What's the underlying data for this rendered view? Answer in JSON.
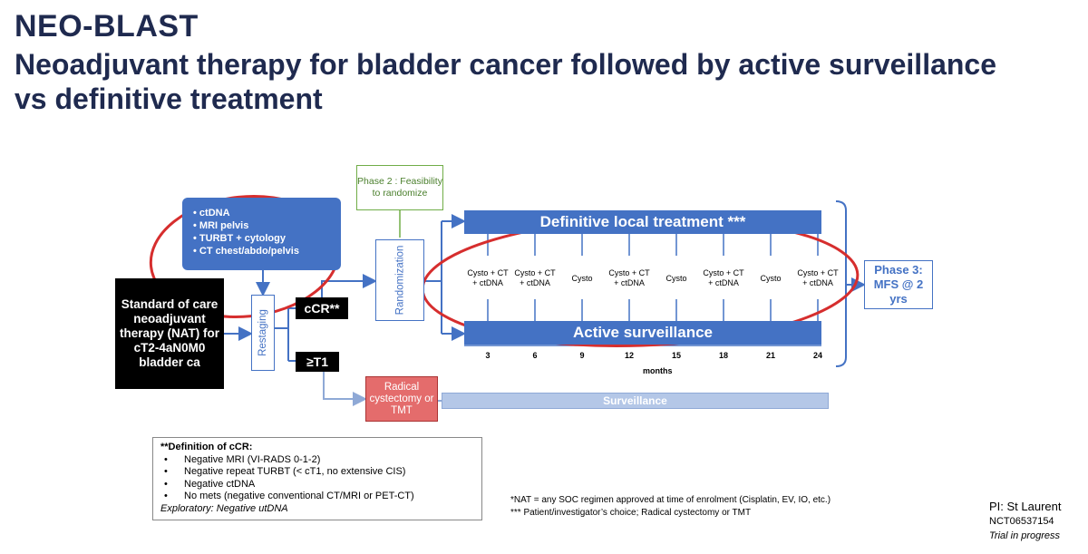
{
  "title": {
    "line1": "NEO-BLAST",
    "line2": "Neoadjuvant therapy for bladder cancer followed by active surveillance vs definitive treatment"
  },
  "diagram": {
    "soc_box": "Standard of care neoadjuvant therapy (NAT) for cT2-4aN0M0 bladder ca",
    "exams": [
      "ctDNA",
      "MRI pelvis",
      "TURBT + cytology",
      "CT chest/abdo/pelvis"
    ],
    "restaging": "Restaging",
    "ccr_label": "cCR**",
    "ge_t1_label": "≥T1",
    "phase2": "Phase 2 : Feasibility to randomize",
    "randomization": "Randomization",
    "definitive": "Definitive local treatment ***",
    "active": "Active surveillance",
    "visits": [
      {
        "line1": "Cysto + CT",
        "line2": "+ ctDNA"
      },
      {
        "line1": "Cysto + CT",
        "line2": "+ ctDNA"
      },
      {
        "line1": "Cysto",
        "line2": ""
      },
      {
        "line1": "Cysto + CT",
        "line2": "+ ctDNA"
      },
      {
        "line1": "Cysto",
        "line2": ""
      },
      {
        "line1": "Cysto + CT",
        "line2": "+ ctDNA"
      },
      {
        "line1": "Cysto",
        "line2": ""
      },
      {
        "line1": "Cysto + CT",
        "line2": "+ ctDNA"
      }
    ],
    "months_ticks": [
      "3",
      "6",
      "9",
      "12",
      "15",
      "18",
      "21",
      "24"
    ],
    "months_label": "months",
    "phase3": "Phase 3: MFS @ 2 yrs",
    "radical": "Radical cystectomy or TMT",
    "surveillance": "Surveillance"
  },
  "definitions": {
    "header": "**Definition of cCR:",
    "items": [
      "Negative MRI (VI-RADS 0-1-2)",
      "Negative repeat TURBT (< cT1, no extensive CIS)",
      "Negative ctDNA",
      "No mets (negative conventional CT/MRI or PET-CT)"
    ],
    "exploratory": "Exploratory: Negative utDNA"
  },
  "notes": {
    "nat": "*NAT = any SOC regimen approved at time of enrolment (Cisplatin, EV, IO, etc.)",
    "choice": "*** Patient/investigator’s choice; Radical cystectomy or TMT"
  },
  "footer": {
    "pi": "PI: St Laurent",
    "nct": "NCT06537154",
    "status": "Trial in progress"
  },
  "colors": {
    "title": "#1f2a4f",
    "blue": "#4472c4",
    "green": "#70ad47",
    "red_circle": "#d62e2e",
    "radical": "#e46c6c",
    "surveillance": "#b4c7e7"
  }
}
